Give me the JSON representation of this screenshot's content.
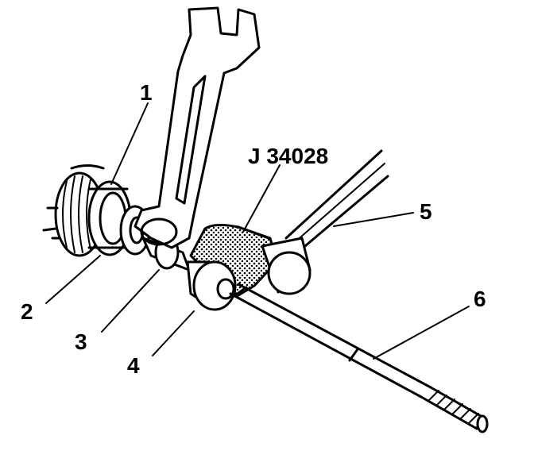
{
  "diagram": {
    "tool_label": "J 34028",
    "callouts": [
      "1",
      "2",
      "3",
      "4",
      "5",
      "6"
    ]
  }
}
